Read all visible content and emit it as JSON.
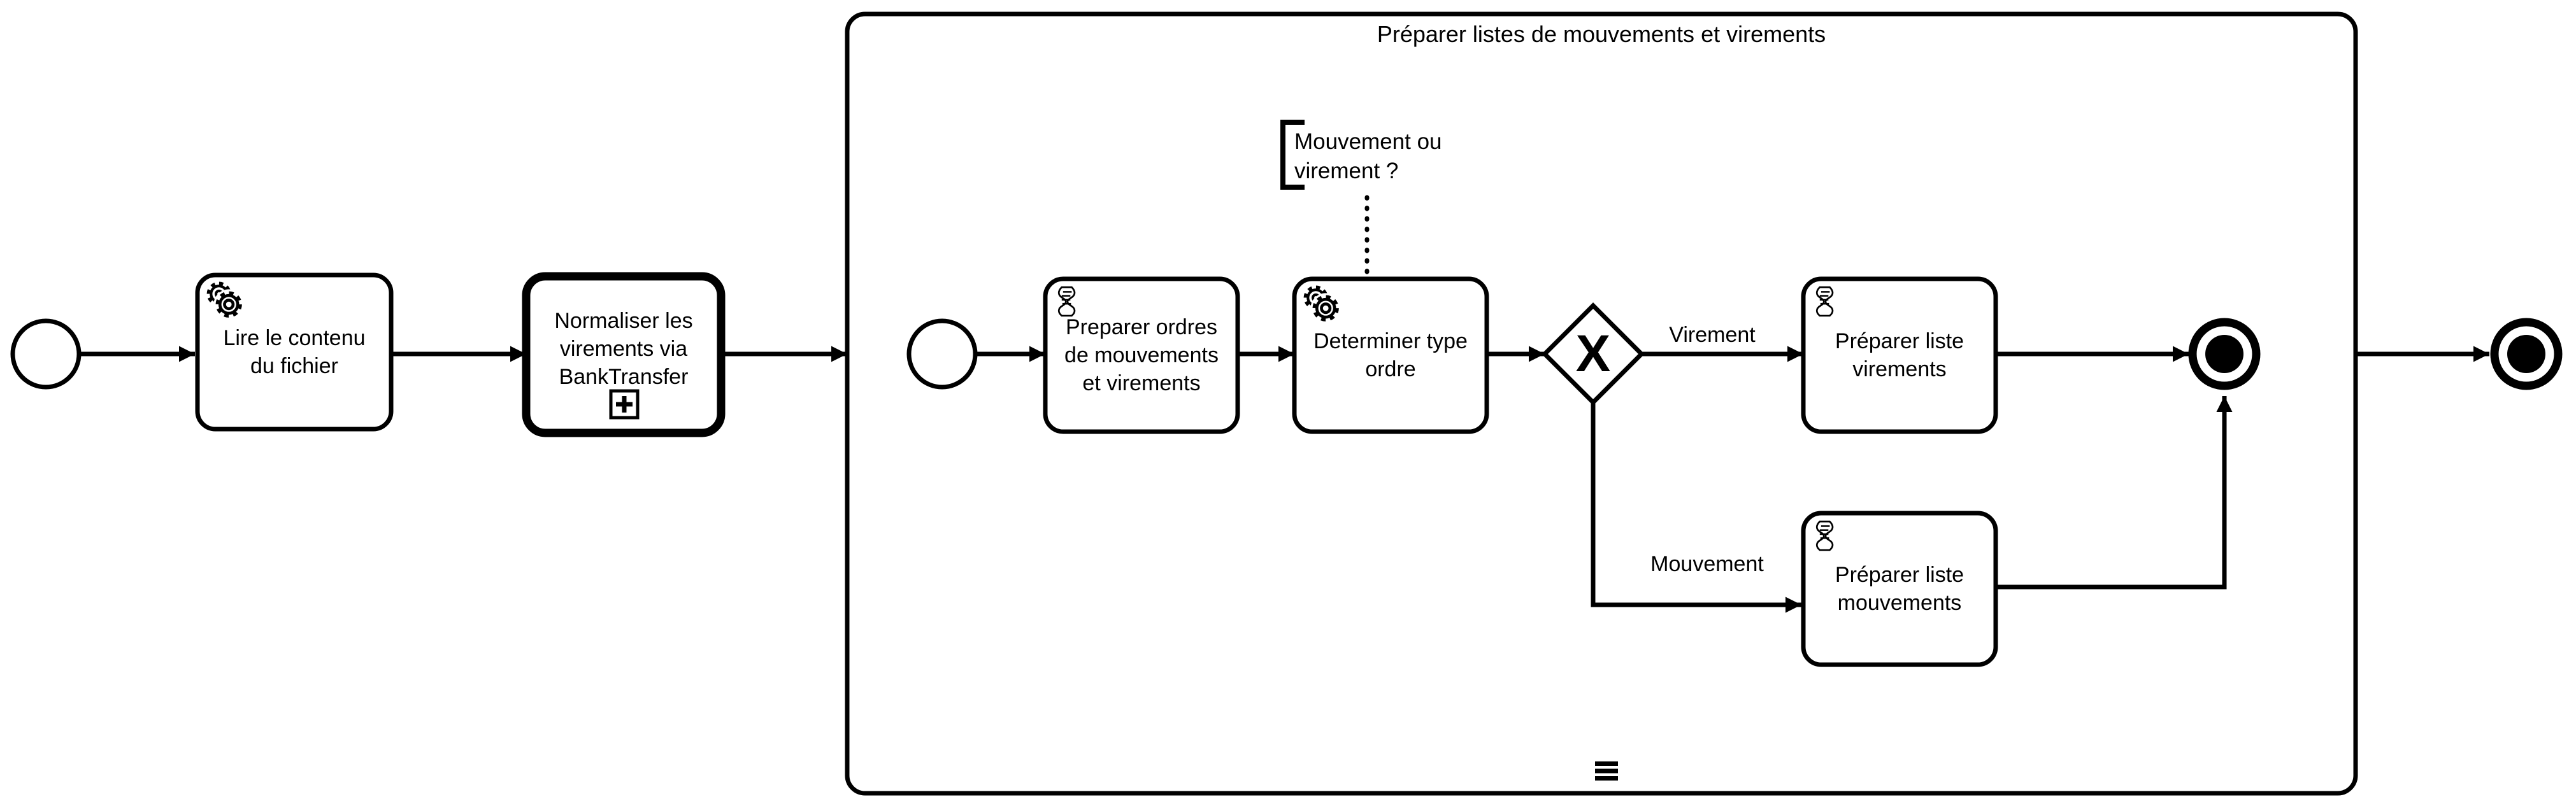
{
  "diagram_type": "BPMN process diagram",
  "colors": {
    "stroke": "#000000",
    "background": "#ffffff"
  },
  "process": {
    "start_event": {
      "type": "start-event"
    },
    "tasks": {
      "lire": {
        "label": "Lire le contenu\ndu fichier",
        "type": "service-task",
        "icon": "gear-icon"
      },
      "normaliser": {
        "label": "Normaliser les\nvirements via\nBankTransfer",
        "type": "collapsed-subprocess",
        "marker": "plus-marker"
      }
    },
    "end_event": {
      "type": "terminate-end-event"
    }
  },
  "subprocess": {
    "title": "Préparer listes de mouvements et virements",
    "marker": "sequential-multi-instance-marker",
    "start_event": {
      "type": "start-event"
    },
    "tasks": {
      "preparer_ordres": {
        "label": "Preparer ordres\nde mouvements\net virements",
        "type": "script-task",
        "icon": "script-icon"
      },
      "determiner_type": {
        "label": "Determiner type\nordre",
        "type": "service-task",
        "icon": "gear-icon"
      },
      "liste_virements": {
        "label": "Préparer liste\nvirements",
        "type": "script-task",
        "icon": "script-icon"
      },
      "liste_mouvements": {
        "label": "Préparer liste\nmouvements",
        "type": "script-task",
        "icon": "script-icon"
      }
    },
    "gateway": {
      "type": "exclusive-gateway",
      "symbol": "X"
    },
    "annotation": {
      "text": "Mouvement ou\nvirement ?"
    },
    "flow_labels": {
      "virement": "Virement",
      "mouvement": "Mouvement"
    },
    "end_event": {
      "type": "terminate-end-event"
    }
  }
}
